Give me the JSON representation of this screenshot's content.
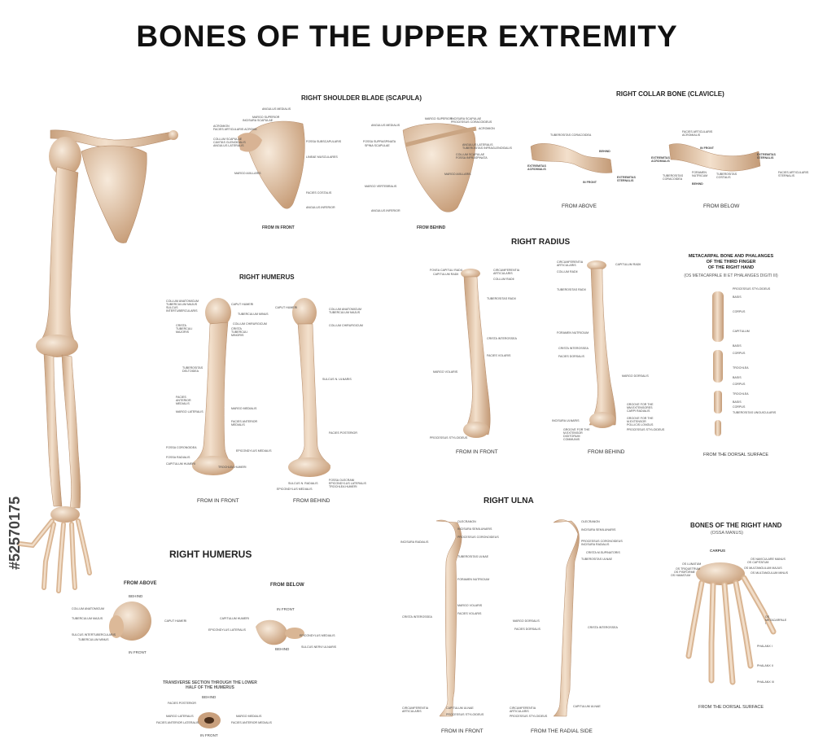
{
  "title": "BONES OF THE UPPER EXTREMITY",
  "stock_id": "#52570175",
  "colors": {
    "bone": "#e3c3a4",
    "bone_dark": "#c39d7a",
    "bone_light": "#f4e3d2",
    "text": "#222222"
  },
  "scapula": {
    "title": "RIGHT SHOULDER BLADE (SCAPULA)",
    "front_label": "FROM IN FRONT",
    "behind_label": "FROM BEHIND",
    "front_left": [
      "ANGULUS MEDIALIS",
      "MARGO SUPERIOR",
      "INCISURA SCAPULAE",
      "ACROMION",
      "FACIES ARTICULARIS ACROMII",
      "COLLUM SCAPULAE",
      "CAVITAS GLENOIDALIS",
      "ANGULUS LATERALIS",
      "MARGO AXILLARIS"
    ],
    "front_right": [
      "FOSSA SUBSCAPULARIS",
      "LINEAE MUSCULARES",
      "FACIES COSTALIS",
      "ANGULUS INFERIOR"
    ],
    "behind_left": [
      "ANGULUS MEDIALIS",
      "FOSSA SUPRASPINATA",
      "SPINA SCAPULAE",
      "MARGO VERTEBRALIS",
      "ANGULUS INFERIOR"
    ],
    "behind_right": [
      "MARGO SUPERIOR",
      "INCISURA SCAPULAE",
      "PROCESSUS CORACOIDEUS",
      "ACROMION",
      "ANGULUS LATERALIS",
      "TUBEROSITAS INFRAGLENOIDALIS",
      "COLLUM SCAPULAE",
      "FOSSA INFRASPINATA",
      "MARGO AXILLARIS"
    ]
  },
  "clavicle": {
    "title": "RIGHT COLLAR BONE (CLAVICLE)",
    "above_label": "FROM ABOVE",
    "below_label": "FROM BELOW",
    "above": [
      "TUBEROSITAS CORACOIDEA",
      "BEHIND",
      "EXTREMITAS ACROMIALIS",
      "IN FRONT",
      "EXTREMITAS STERNALIS"
    ],
    "below": [
      "FACIES ARTICULARIS ACROMIALIS",
      "IN FRONT",
      "EXTREMITAS ACROMIALIS",
      "EXTREMITAS STERNALIS",
      "TUBEROSITAS CORACOIDEA",
      "FORAMEN NUTRICUM",
      "TUBEROSITAS COSTALIS",
      "FACIES ARTICULARIS STERNALIS",
      "BEHIND"
    ]
  },
  "humerus": {
    "title": "RIGHT HUMERUS",
    "front_label": "FROM IN FRONT",
    "behind_label": "FROM BEHIND",
    "front_left": [
      "COLLUM ANATOMICUM",
      "TUBERCULUM MAJUS",
      "SULCUS INTERTUBERCULARIS",
      "CRISTA TUBERCULI MAJORIS",
      "TUBEROSITAS DELTOIDEA",
      "FACIES ANTERIOR MEDIALIS",
      "MARGO LATERALIS",
      "FOSSA CORONOIDEA",
      "FOSSA RADIALIS",
      "CAPITULUM HUMERI"
    ],
    "front_right": [
      "CAPUT HUMERI",
      "TUBERCULUM MINUS",
      "COLLUM CHIRURGICUM",
      "CRISTA TUBERCULI MINORIS",
      "MARGO MEDIALIS",
      "FACIES ANTERIOR MEDIALIS",
      "EPICONDYLUS MEDIALIS",
      "TROCHLEA HUMERI"
    ],
    "behind_left": [
      "CAPUT HUMERI",
      "SULCUS N. ULNARIS",
      "EPICONDYLUS MEDIALIS"
    ],
    "behind_right": [
      "COLLUM ANATOMICUM",
      "TUBERCULUM MAJUS",
      "COLLUM CHIRURGICUM",
      "SULCUS N. RADIALIS",
      "FACIES POSTERIOR",
      "FOSSA OLECRANI",
      "EPICONDYLUS LATERALIS",
      "TROCHLEA HUMERI"
    ]
  },
  "humerus2": {
    "title": "RIGHT HUMERUS",
    "above_title": "FROM ABOVE",
    "below_title": "FROM BELOW",
    "above_labels": [
      "BEHIND",
      "COLLUM ANATOMICUM",
      "TUBERCULUM MAJUS",
      "CAPUT HUMERI",
      "SULCUS INTERTUBERCULARIS",
      "TUBERCULUM MINUS",
      "IN FRONT"
    ],
    "below_labels": [
      "IN FRONT",
      "CAPITULUM HUMERI",
      "EPICONDYLUS LATERALIS",
      "EPICONDYLUS MEDIALIS",
      "BEHIND",
      "SULCUS NERVI ULNARIS"
    ],
    "section_title": "TRANSVERSE SECTION THROUGH THE LOWER HALF OF THE HUMERUS",
    "section_labels": [
      "BEHIND",
      "FACIES POSTERIOR",
      "MARGO MEDIALIS",
      "MARGO LATERALIS",
      "FACIES ANTERIOR LATERALIS",
      "FACIES ANTERIOR MEDIALIS",
      "IN FRONT"
    ]
  },
  "radius": {
    "title": "RIGHT RADIUS",
    "front_label": "FROM IN FRONT",
    "behind_label": "FROM BEHIND",
    "front_left": [
      "FOVEA CAPITULI RADII",
      "CAPITULUM RADII",
      "MARGO VOLARIS",
      "PROCESSUS STYLOIDEUS"
    ],
    "front_right": [
      "CIRCUMFERENTIA ARTICULARIS",
      "COLLUM RADII",
      "TUBEROSITAS RADII",
      "CRISTA INTEROSSEA",
      "FACIES VOLARIS"
    ],
    "behind_left": [
      "CIRCUMFERENTIA ARTICULARIS",
      "COLLUM RADII",
      "TUBEROSITAS RADII",
      "FORAMEN NUTRICIUM",
      "CRISTA INTEROSSEA",
      "FACIES DORSALIS",
      "INCISURA ULNARIS",
      "GROOVE FOR THE M.EXTENSOR DIGITORUM COMMUNIS"
    ],
    "behind_right": [
      "CAPITULUM RADII",
      "MARGO DORSALIS",
      "GROOVE FOR THE MM.EXTENSORES CARPI RADIALIS",
      "GROOVE FOR THE M.EXTENSOR POLLICIS LONGUS",
      "PROCESSUS STYLOIDEUS"
    ]
  },
  "finger": {
    "title1": "METACARPAL BONE AND PHALANGES",
    "title2": "OF THE THIRD FINGER",
    "title3": "OF THE RIGHT HAND",
    "subtitle": "(OS METACARPALE III ET PHALANGES DIGITI III)",
    "labels": [
      "PROCESSUS STYLOIDEUS",
      "BASIS",
      "CORPUS",
      "CAPITULUM",
      "BASIS",
      "CORPUS",
      "TROCHLEA",
      "BASIS",
      "CORPUS",
      "TROCHLEA",
      "BASIS",
      "CORPUS",
      "TUBEROSITAS UNGUICULARIS"
    ],
    "view_label": "FROM THE DORSAL SURFACE"
  },
  "ulna": {
    "title": "RIGHT ULNA",
    "front_label": "FROM IN FRONT",
    "side_label": "FROM THE RADIAL SIDE",
    "front_left": [
      "INCISURA RADIALIS",
      "CRISTA INTEROSSEA",
      "CIRCUMFERENTIA ARTICULARIS"
    ],
    "front_right": [
      "OLECRANON",
      "INCISURA SEMILUNARIS",
      "PROCESSUS CORONOIDEUS",
      "TUBEROSITAS ULNAE",
      "FORAMEN NUTRICIUM",
      "MARGO VOLARIS",
      "FACIES VOLARIS",
      "CAPITULUM ULNAE",
      "PROCESSUS STYLOIDEUS"
    ],
    "side_left": [
      "MARGO DORSALIS",
      "FACIES DORSALIS",
      "CIRCUMFERENTIA ARTICULARIS",
      "PROCESSUS STYLOIDEUS"
    ],
    "side_right": [
      "OLECRANON",
      "INCISURA SEMILUNARIS",
      "PROCESSUS CORONOIDEUS",
      "INCISURA RADIALIS",
      "CRISTA M.SUPINATORIS",
      "TUBEROSITAS ULNAE",
      "CRISTA INTEROSSEA",
      "CAPITULUM ULNAE"
    ]
  },
  "hand": {
    "title": "BONES OF THE RIGHT HAND",
    "subtitle": "(OSSA MANUS)",
    "carpus": "CARPUS",
    "labels_left": [
      "OS LUNATUM",
      "OS TRIQUETRUM",
      "OS PISIFORME",
      "OS HAMATUM"
    ],
    "labels_right": [
      "OS NAVICULARE MANUS",
      "OS CAPITATUM",
      "OS MULTANGULUM MAJUS",
      "OS MULTANGULUM MINUS",
      "OS METACARPALE I",
      "PHALANX I",
      "PHALANX II",
      "PHALANX III"
    ],
    "view_label": "FROM THE DORSAL SURFACE"
  }
}
